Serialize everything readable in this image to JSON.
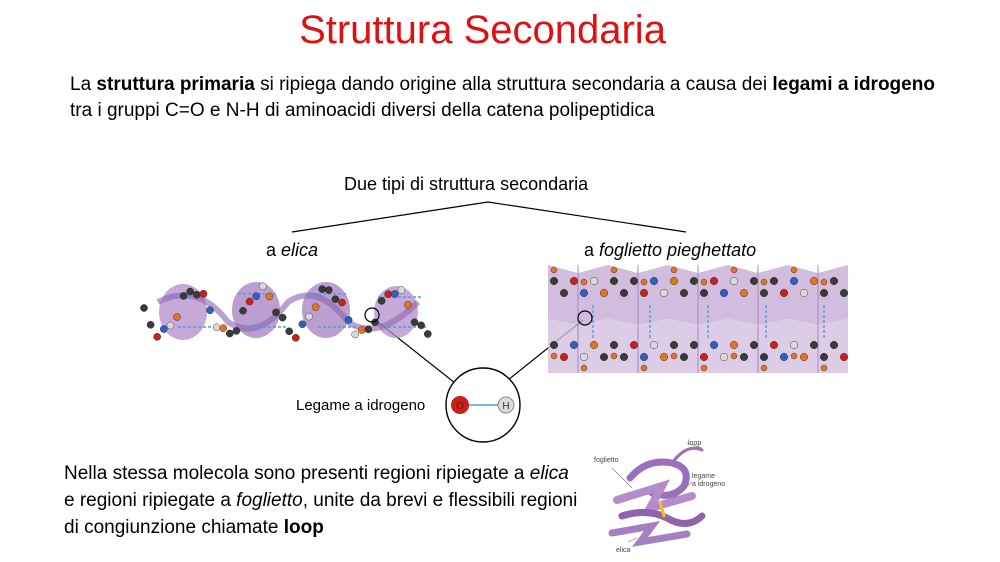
{
  "title": "Struttura Secondaria",
  "intro": {
    "p1": "La ",
    "b1": "struttura primaria",
    "p2": " si ripiega dando origine alla struttura secondaria a causa dei ",
    "b2": "legami a idrogeno",
    "p3": " tra i gruppi C=O e N-H di aminoacidi diversi della catena polipeptidica"
  },
  "tree": {
    "root": "Due tipi di struttura secondaria",
    "left_prefix": "a ",
    "left_italic": "elica",
    "right_prefix": "a ",
    "right_italic": "foglietto pieghettato"
  },
  "bond": {
    "label": "Legame a idrogeno",
    "o_symbol": "O",
    "h_symbol": "H"
  },
  "bottom": {
    "t1": "Nella stessa molecola sono presenti regioni ripiegate a ",
    "i1": "elica",
    "t2": " e regioni ripiegate a ",
    "i2": "foglietto",
    "t3": ", unite da brevi e flessibili regioni di congiunzione chiamate ",
    "b1": "loop"
  },
  "protein_labels": {
    "loop": "loop",
    "sheet": "foglietto",
    "hbond_1": "legame",
    "hbond_2": "a idrogeno",
    "helix": "elica"
  },
  "colors": {
    "title": "#e01010",
    "helix_ribbon": "#a67fc0",
    "sheet_band": "#c7add6",
    "carbon": "#3a3a3a",
    "oxygen": "#c8201a",
    "nitrogen": "#2f5fc0",
    "hydrogen": "#d8d8d8",
    "sidechain": "#e3731e"
  }
}
